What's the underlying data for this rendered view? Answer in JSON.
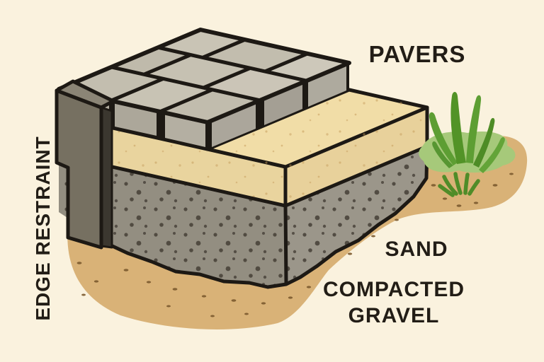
{
  "diagram": {
    "subject": "Paver installation cross-section illustration",
    "labels": {
      "pavers": "PAVERS",
      "sand": "SAND",
      "compacted_gravel": "COMPACTED GRAVEL",
      "edge_restraint": "EDGE RESTRAINT"
    },
    "layers_top_to_bottom": [
      "Pavers",
      "Sand",
      "Compacted gravel",
      "Soil"
    ],
    "side_element": "Edge restraint board",
    "decor": [
      "grass tuft",
      "small grass sprout",
      "dirt mound"
    ],
    "colors": {
      "background": "#faf2de",
      "outline": "#1d1914",
      "label_text": "#221d16",
      "paver_top": "#c7c2b3",
      "paver_face": "#aca79a",
      "sand": "#eed9a2",
      "gravel": "#938e81",
      "dirt": "#d9b277",
      "edge_restraint": "#767061",
      "grass": "#559628",
      "grass_patch": "#a6c97a"
    }
  }
}
